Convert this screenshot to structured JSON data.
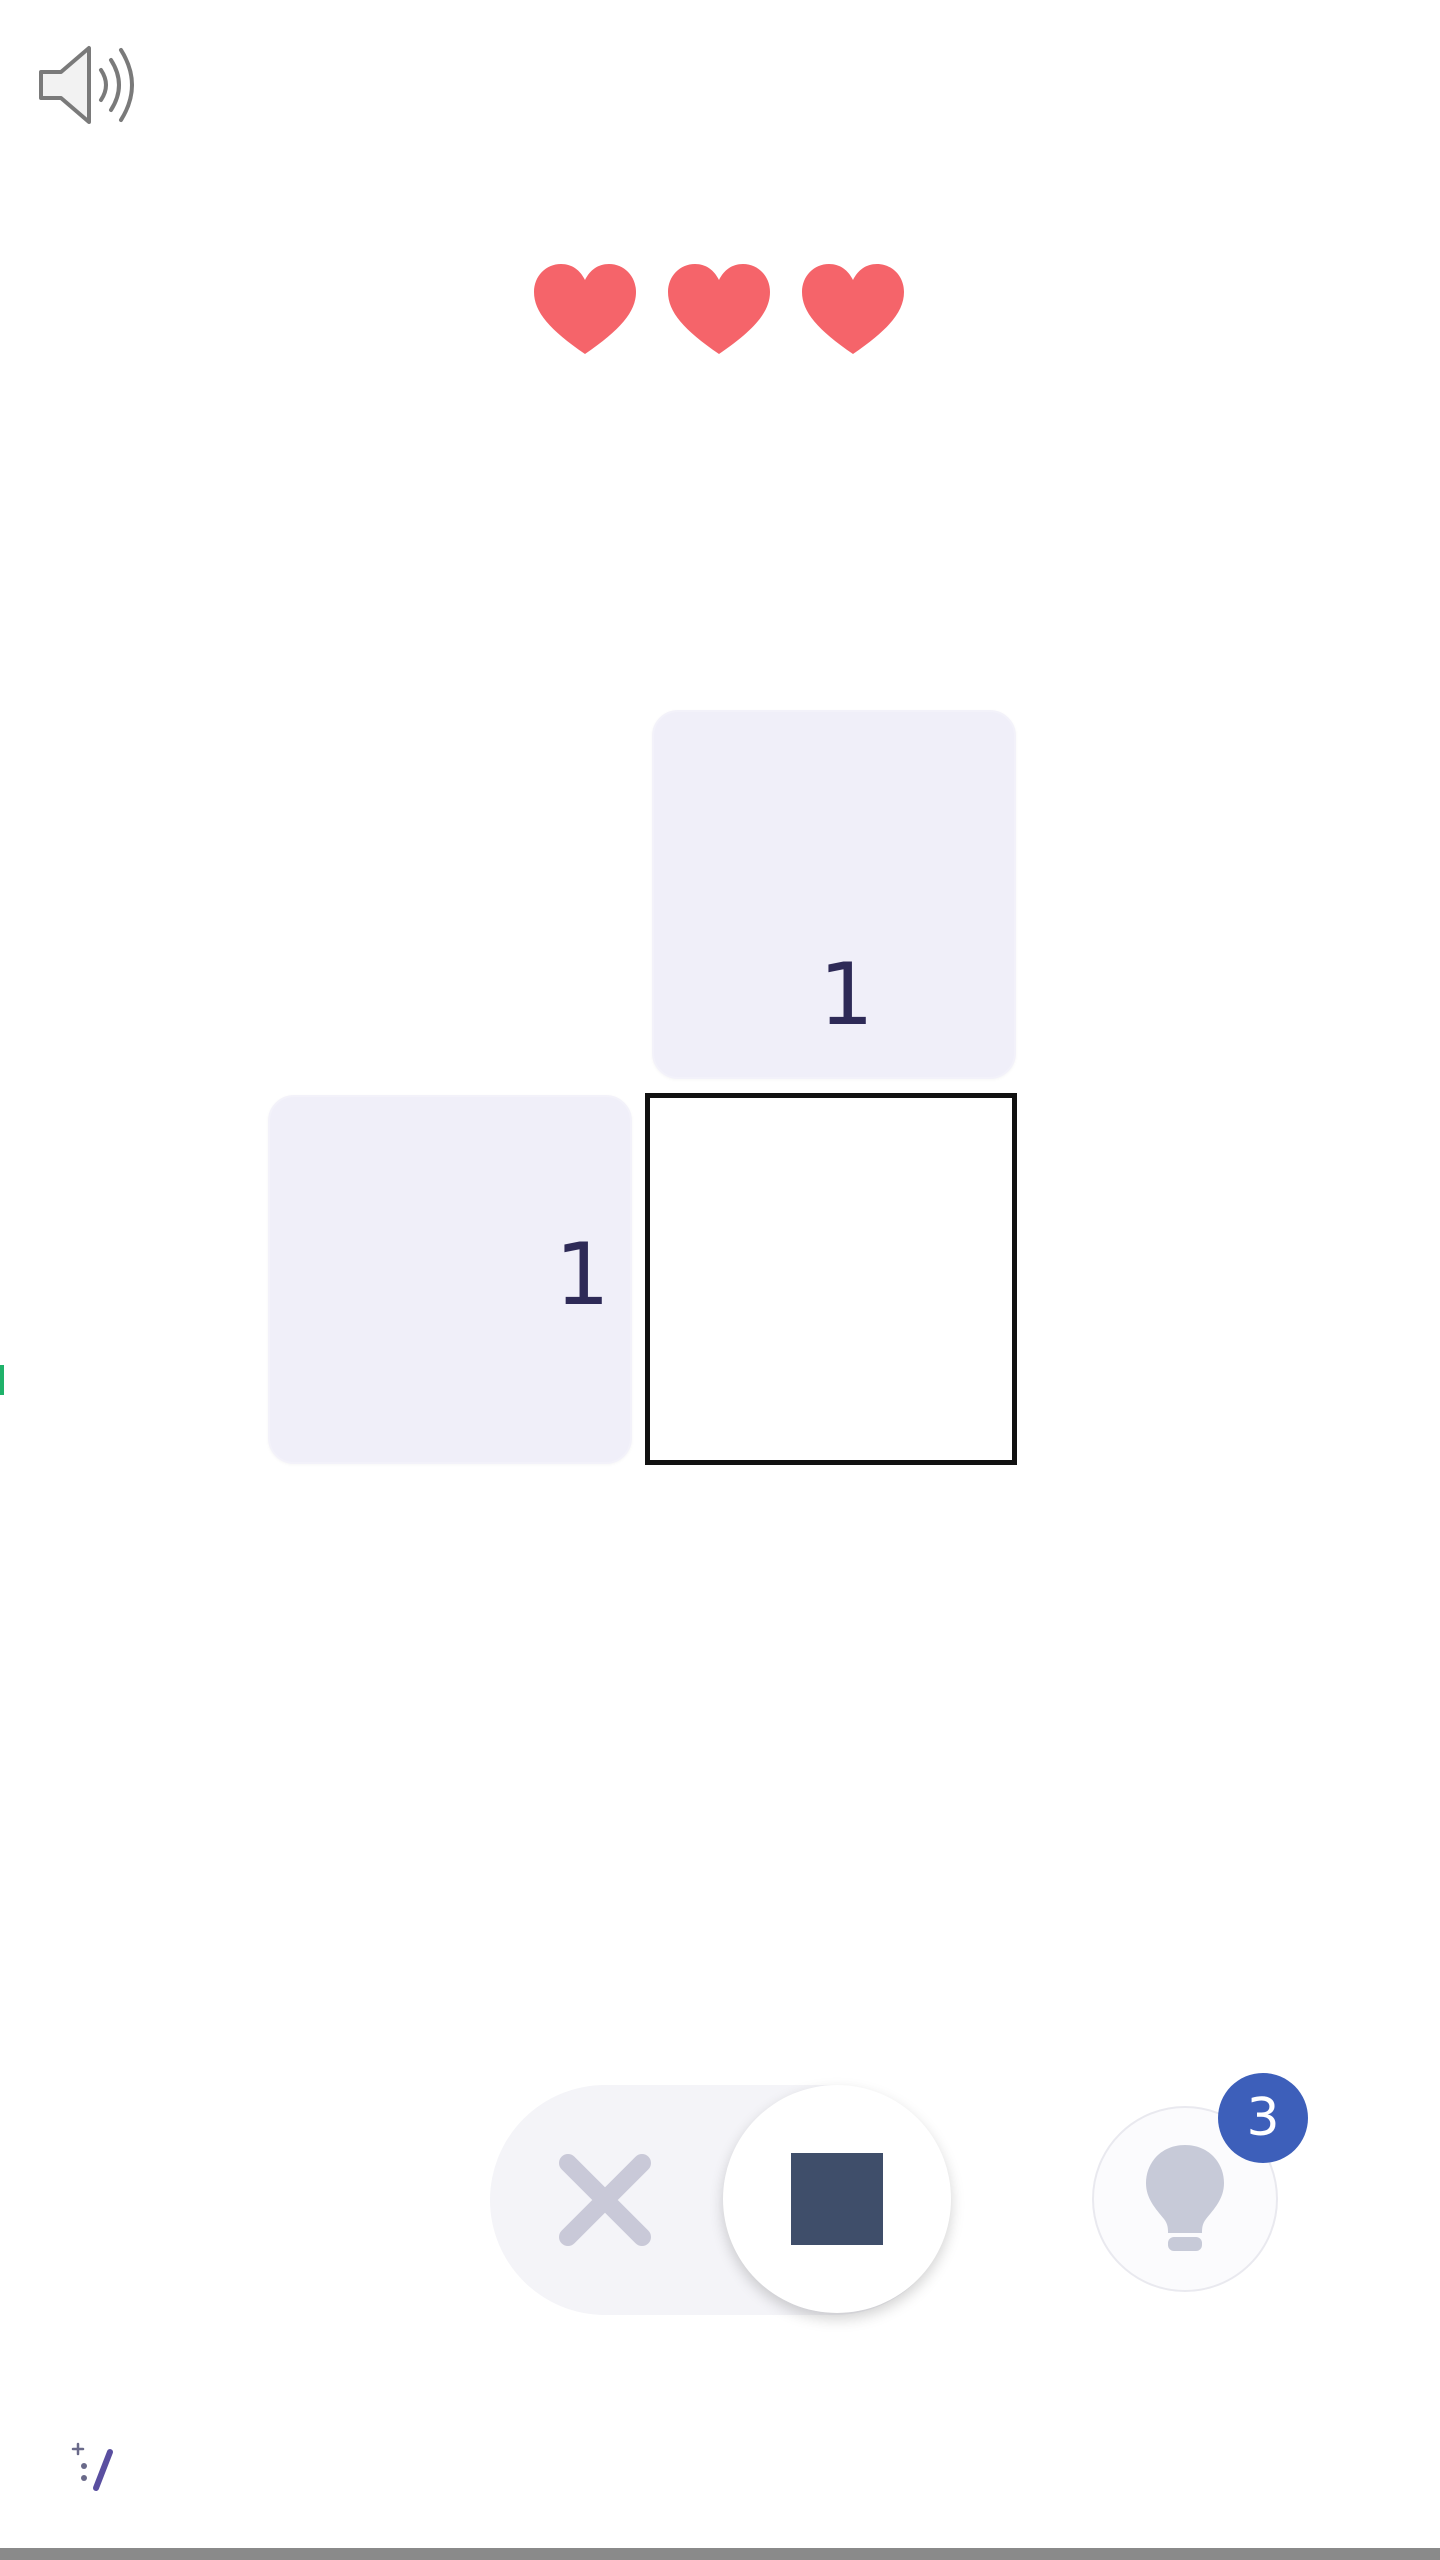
{
  "sound": {
    "icon": "speaker-icon",
    "state": "on"
  },
  "lives": {
    "count": 3,
    "color": "#f5646a",
    "icon": "heart-icon"
  },
  "puzzle": {
    "column_clues": [
      "1"
    ],
    "row_clues": [
      "1"
    ],
    "cells": [
      [
        ""
      ]
    ]
  },
  "mode_toggle": {
    "options": [
      "cross",
      "fill"
    ],
    "selected": "fill",
    "fill_color": "#3f4e6a",
    "cross_color": "#c9c9d8"
  },
  "hint": {
    "count": "3",
    "icon": "lightbulb-icon",
    "badge_color": "#3d5fba"
  },
  "progress": {
    "fraction": 0.0
  }
}
